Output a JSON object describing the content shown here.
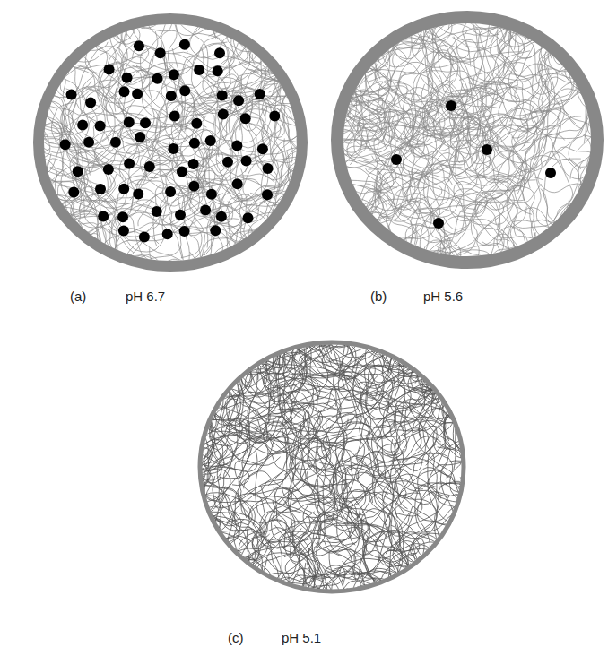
{
  "diagram": {
    "labels": [
      "(a)",
      "pH 6.7",
      "(b)",
      "pH 5.6",
      "(c)",
      "pH 5.1"
    ]
  }
}
